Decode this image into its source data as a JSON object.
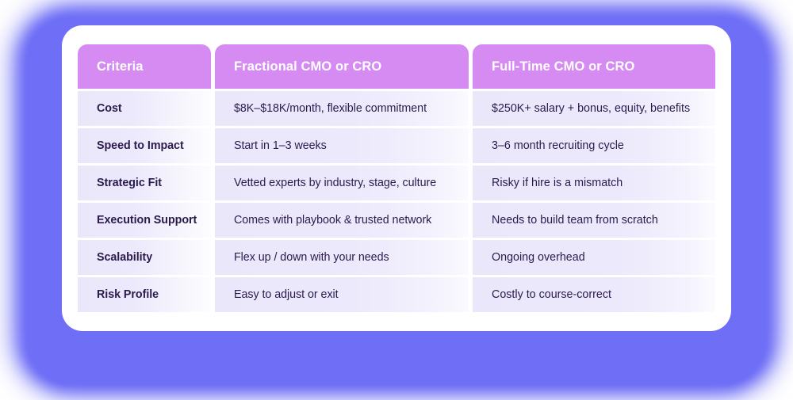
{
  "card": {
    "title_row": {
      "columns": [
        "Criteria",
        "Fractional CMO or CRO",
        "Full-Time CMO or CRO"
      ]
    },
    "rows": [
      {
        "criteria": "Cost",
        "fractional": "$8K–$18K/month, flexible commitment",
        "fulltime": "$250K+ salary + bonus, equity, benefits"
      },
      {
        "criteria": "Speed to Impact",
        "fractional": "Start in 1–3 weeks",
        "fulltime": "3–6 month recruiting cycle"
      },
      {
        "criteria": "Strategic Fit",
        "fractional": "Vetted experts by industry, stage, culture",
        "fulltime": "Risky if hire is a mismatch"
      },
      {
        "criteria": "Execution Support",
        "fractional": "Comes with playbook & trusted network",
        "fulltime": "Needs to build team from scratch"
      },
      {
        "criteria": "Scalability",
        "fractional": "Flex up / down with your needs",
        "fulltime": "Ongoing overhead"
      },
      {
        "criteria": "Risk Profile",
        "fractional": "Easy to adjust or exit",
        "fulltime": "Costly to course-correct"
      }
    ]
  },
  "colors": {
    "backdrop_purple": "#6e6ef6",
    "header_orchid": "#d68bf2",
    "header_text": "#ffffff",
    "body_text": "#2b1b4d",
    "cell_lavender": "#eae7fa",
    "card_white": "#ffffff"
  }
}
